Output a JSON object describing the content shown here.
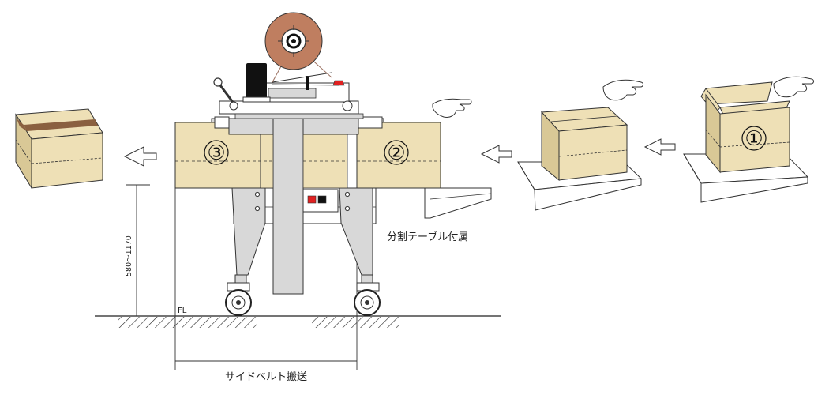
{
  "labels": {
    "split_table": "分割テーブル付属",
    "side_belt": "サイドベルト搬送",
    "floor": "FL",
    "height_range": "580～1170"
  },
  "box_numbers": {
    "box_1": "①",
    "box_2": "②",
    "box_3": "③"
  },
  "colors": {
    "cardboard": "#eee0b6",
    "cardboard_dark": "#d9c896",
    "tape_brown": "#8a6040",
    "tape_roll": "#bf7e60",
    "machine_gray": "#d8d8d8",
    "outline": "#222222",
    "control_red": "#e02020"
  },
  "icons": {
    "flow_arrow": "flow-arrow-left-icon",
    "hand": "hand-icon"
  }
}
